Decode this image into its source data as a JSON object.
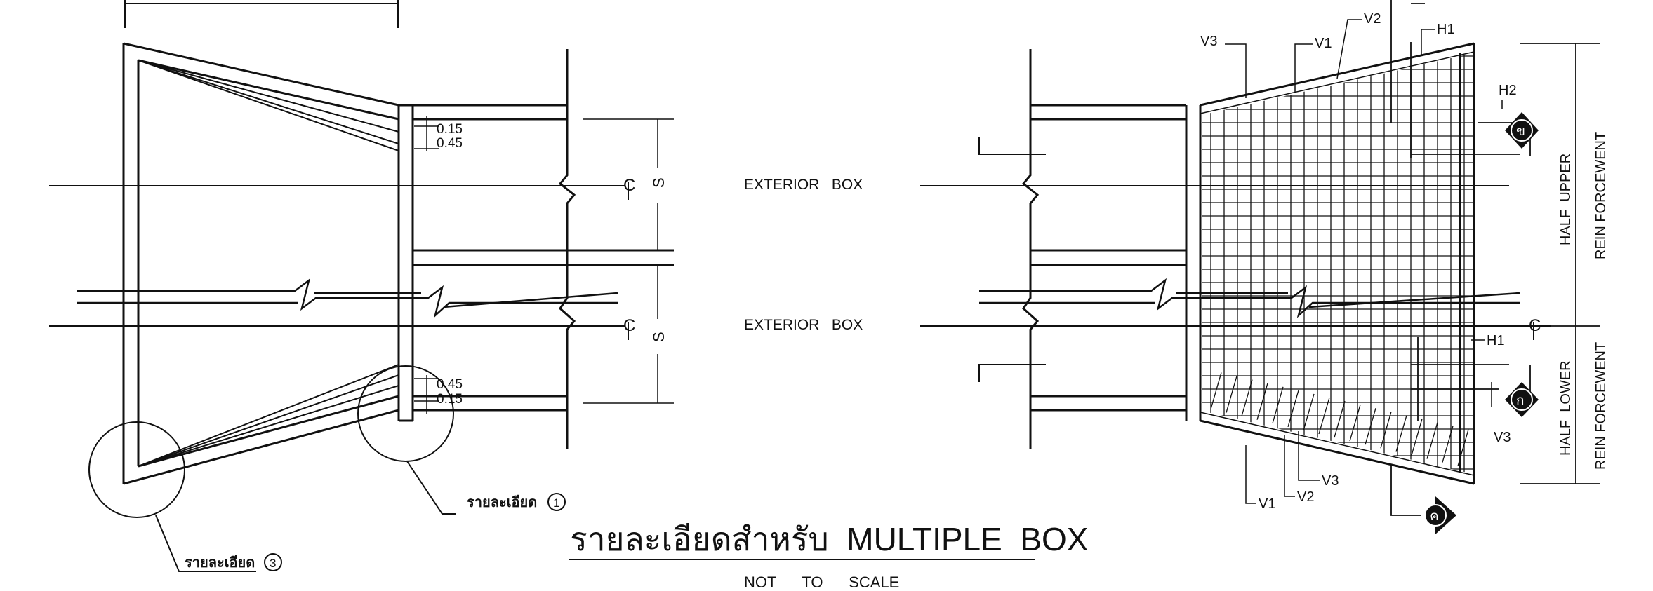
{
  "title": {
    "main": "รายละเอียดสำหรับ  MULTIPLE  BOX",
    "scale_note": "NOT      TO      SCALE"
  },
  "left_view": {
    "dims": {
      "top_small": "0.15",
      "top_large": "0.45",
      "bottom_large": "0.45",
      "bottom_small": "0.15"
    },
    "spacing_labels": [
      "S",
      "S"
    ],
    "centerline_symbol": "C",
    "detail_callouts": [
      {
        "text": "รายละเอียด",
        "number": "1"
      },
      {
        "text": "รายละเอียด",
        "number": "3"
      }
    ]
  },
  "center_labels": {
    "box_1": "EXTERIOR   BOX",
    "box_2": "EXTERIOR   BOX"
  },
  "right_view": {
    "bar_labels": {
      "v3_top": "V3",
      "v1_top": "V1",
      "v2_top": "V2",
      "h1_top": "H1",
      "h2_top": "H2",
      "h1_bottom": "H1",
      "v3_right": "V3",
      "v3_bottom": "V3",
      "v1_bottom": "V1",
      "v2_bottom": "V2"
    },
    "section_marks": [
      "ข",
      "ก",
      "ค"
    ],
    "centerline_symbol": "C",
    "zones": [
      {
        "line1": "HALF  UPPER",
        "line2": "REIN FORCEWENT"
      },
      {
        "line1": "HALF  LOWER",
        "line2": "REIN FORCEWENT"
      }
    ]
  },
  "colors": {
    "ink": "#111111",
    "paper": "#ffffff"
  }
}
